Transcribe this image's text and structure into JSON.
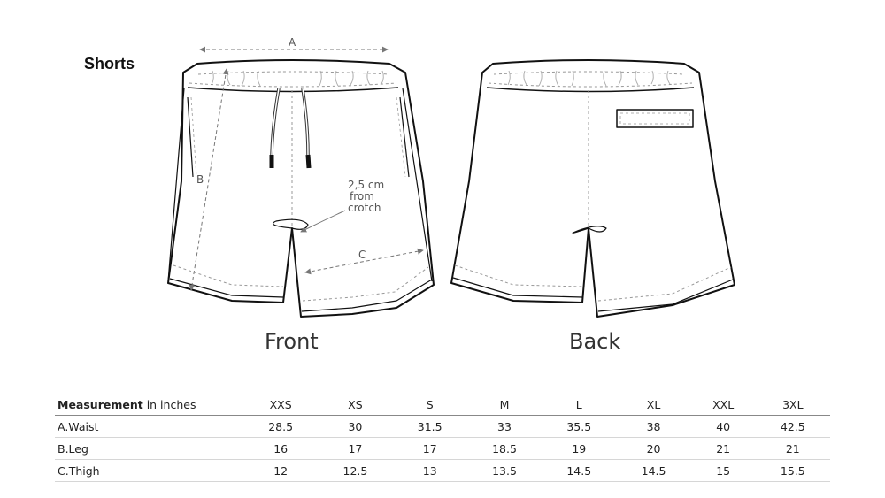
{
  "title": "Shorts",
  "views": {
    "front": "Front",
    "back": "Back"
  },
  "annotations": {
    "a": "A",
    "b": "B",
    "c": "C",
    "crotch_note": [
      "2,5 cm",
      "from",
      "crotch"
    ]
  },
  "table": {
    "header_bold": "Measurement",
    "header_unit": " in inches",
    "sizes": [
      "XXS",
      "XS",
      "S",
      "M",
      "L",
      "XL",
      "XXL",
      "3XL"
    ],
    "rows": [
      {
        "label": "A.Waist",
        "values": [
          "28.5",
          "30",
          "31.5",
          "33",
          "35.5",
          "38",
          "40",
          "42.5"
        ]
      },
      {
        "label": "B.Leg",
        "values": [
          "16",
          "17",
          "17",
          "18.5",
          "19",
          "20",
          "21",
          "21"
        ]
      },
      {
        "label": "C.Thigh",
        "values": [
          "12",
          "12.5",
          "13",
          "13.5",
          "14.5",
          "14.5",
          "15",
          "15.5"
        ]
      }
    ]
  }
}
